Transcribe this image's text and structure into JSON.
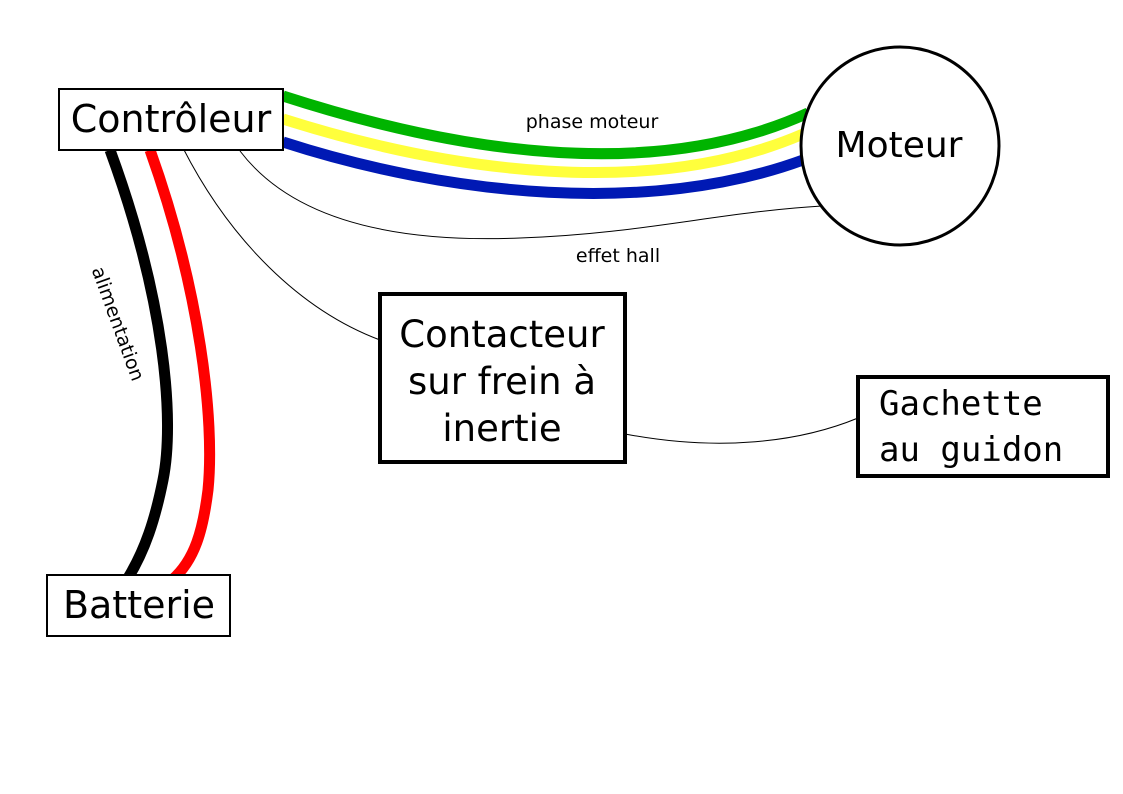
{
  "nodes": {
    "controleur": {
      "label": "Contrôleur"
    },
    "moteur": {
      "label": "Moteur"
    },
    "batterie": {
      "label": "Batterie"
    },
    "contacteur": {
      "lines": [
        "Contacteur",
        "sur frein à",
        "inertie"
      ]
    },
    "gachette": {
      "lines": [
        "Gachette",
        "au guidon"
      ]
    }
  },
  "connections": {
    "phase_moteur": {
      "label": "phase moteur",
      "colors": [
        "#00b400",
        "#ffff3c",
        "#0019b4"
      ]
    },
    "effet_hall": {
      "label": "effet hall",
      "color": "#000000"
    },
    "alimentation": {
      "label": "alimentation",
      "colors": [
        "#000000",
        "#ff0000"
      ]
    },
    "frein": {
      "color": "#000000"
    },
    "gachette_link": {
      "color": "#000000"
    }
  }
}
